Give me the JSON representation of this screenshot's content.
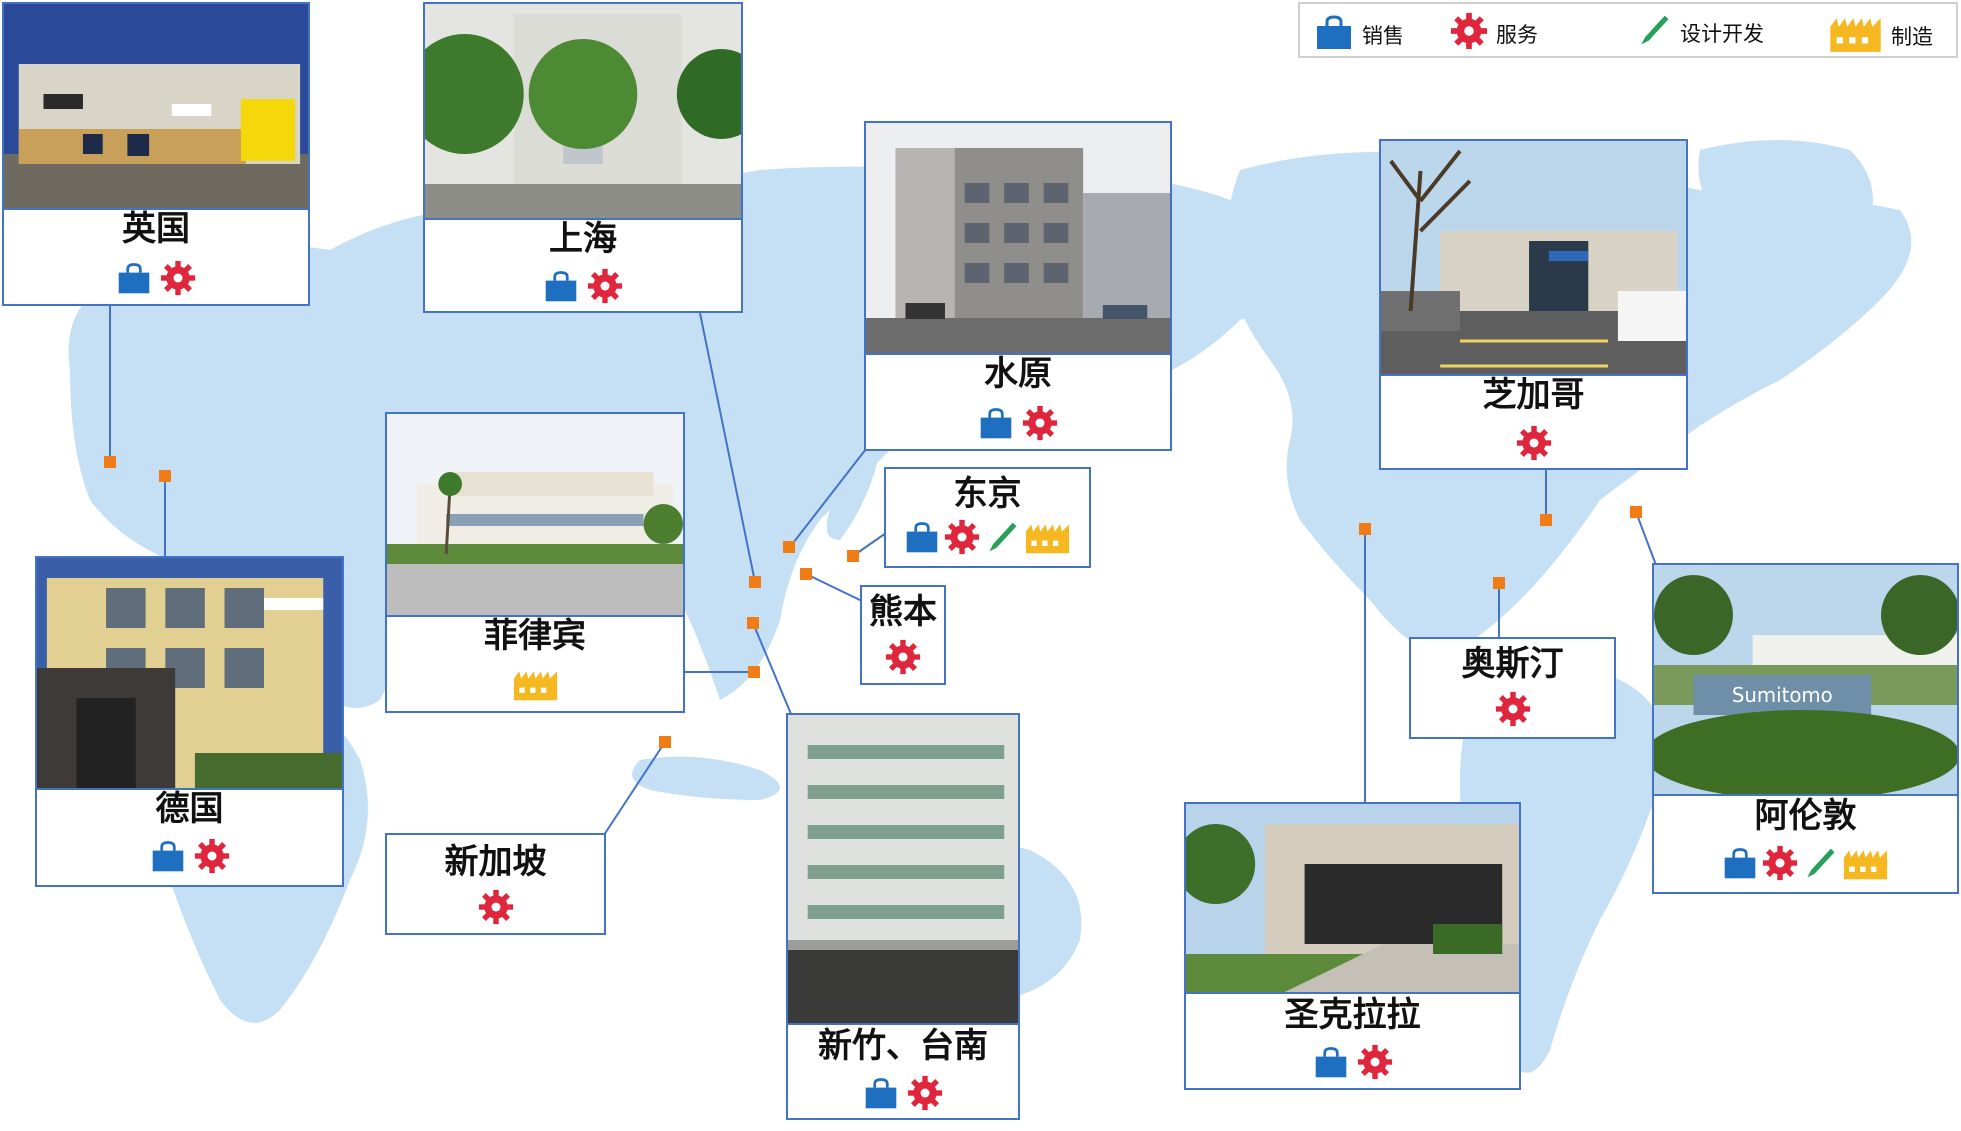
{
  "legend": {
    "sales": "销售",
    "service": "服务",
    "design": "设计开发",
    "manufacturing": "制造"
  },
  "locations": {
    "uk": {
      "name": "英国",
      "icons": [
        "bag-icon",
        "gear-icon"
      ]
    },
    "shanghai": {
      "name": "上海",
      "icons": [
        "bag-icon",
        "gear-icon"
      ]
    },
    "suwon": {
      "name": "水原",
      "icons": [
        "bag-icon",
        "gear-icon"
      ]
    },
    "chicago": {
      "name": "芝加哥",
      "icons": [
        "gear-icon"
      ]
    },
    "philippines": {
      "name": "菲律宾",
      "icons": [
        "factory-icon"
      ]
    },
    "tokyo": {
      "name": "东京",
      "icons": [
        "bag-icon",
        "gear-icon",
        "pen-icon",
        "factory-icon"
      ]
    },
    "kumamoto": {
      "name": "熊本",
      "icons": [
        "gear-icon"
      ]
    },
    "germany": {
      "name": "德国",
      "icons": [
        "bag-icon",
        "gear-icon"
      ]
    },
    "singapore": {
      "name": "新加坡",
      "icons": [
        "gear-icon"
      ]
    },
    "hsinchu": {
      "name": "新竹、台南",
      "icons": [
        "bag-icon",
        "gear-icon"
      ]
    },
    "austin": {
      "name": "奥斯汀",
      "icons": [
        "gear-icon"
      ]
    },
    "santaclara": {
      "name": "圣克拉拉",
      "icons": [
        "bag-icon",
        "gear-icon"
      ]
    },
    "allentown": {
      "name": "阿伦敦",
      "icons": [
        "bag-icon",
        "gear-icon",
        "pen-icon",
        "factory-icon"
      ]
    }
  },
  "colors": {
    "map_land": "#c5e0f5",
    "card_border": "#4472c4",
    "connector": "#4472c4",
    "marker": "#f07c16",
    "sales_icon": "#1f6fc0",
    "service_icon": "#e0263c",
    "design_icon": "#27a05a",
    "manufacturing_icon": "#f5b820"
  },
  "photos": {
    "allentown_sign": "Sumitomo"
  }
}
